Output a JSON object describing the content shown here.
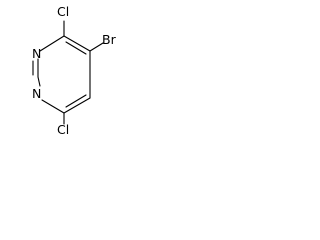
{
  "structure": {
    "atom_labels": {
      "cl_top": "Cl",
      "br": "Br",
      "n_upper": "N",
      "n_lower": "N",
      "cl_bottom": "Cl"
    },
    "colors": {
      "ink": "#000000",
      "background": "#ffffff"
    }
  }
}
